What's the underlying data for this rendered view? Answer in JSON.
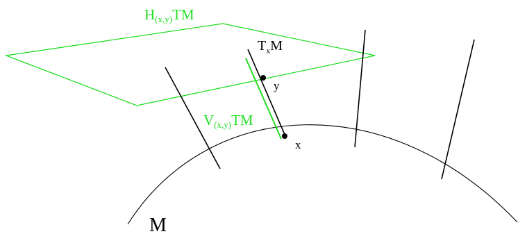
{
  "colors": {
    "black": "#000000",
    "green": "#22dd22",
    "background": "#ffffff"
  },
  "labels": {
    "horizontal_space": {
      "main": "H",
      "sub": "(x,y)",
      "tail": "TM"
    },
    "tangent_space": {
      "main": "T",
      "sub": "x",
      "tail": "M"
    },
    "vertical_space": {
      "main": "V",
      "sub": "(x,y)",
      "tail": "TM"
    },
    "point_y": "y",
    "point_x": "x",
    "manifold": "M"
  }
}
